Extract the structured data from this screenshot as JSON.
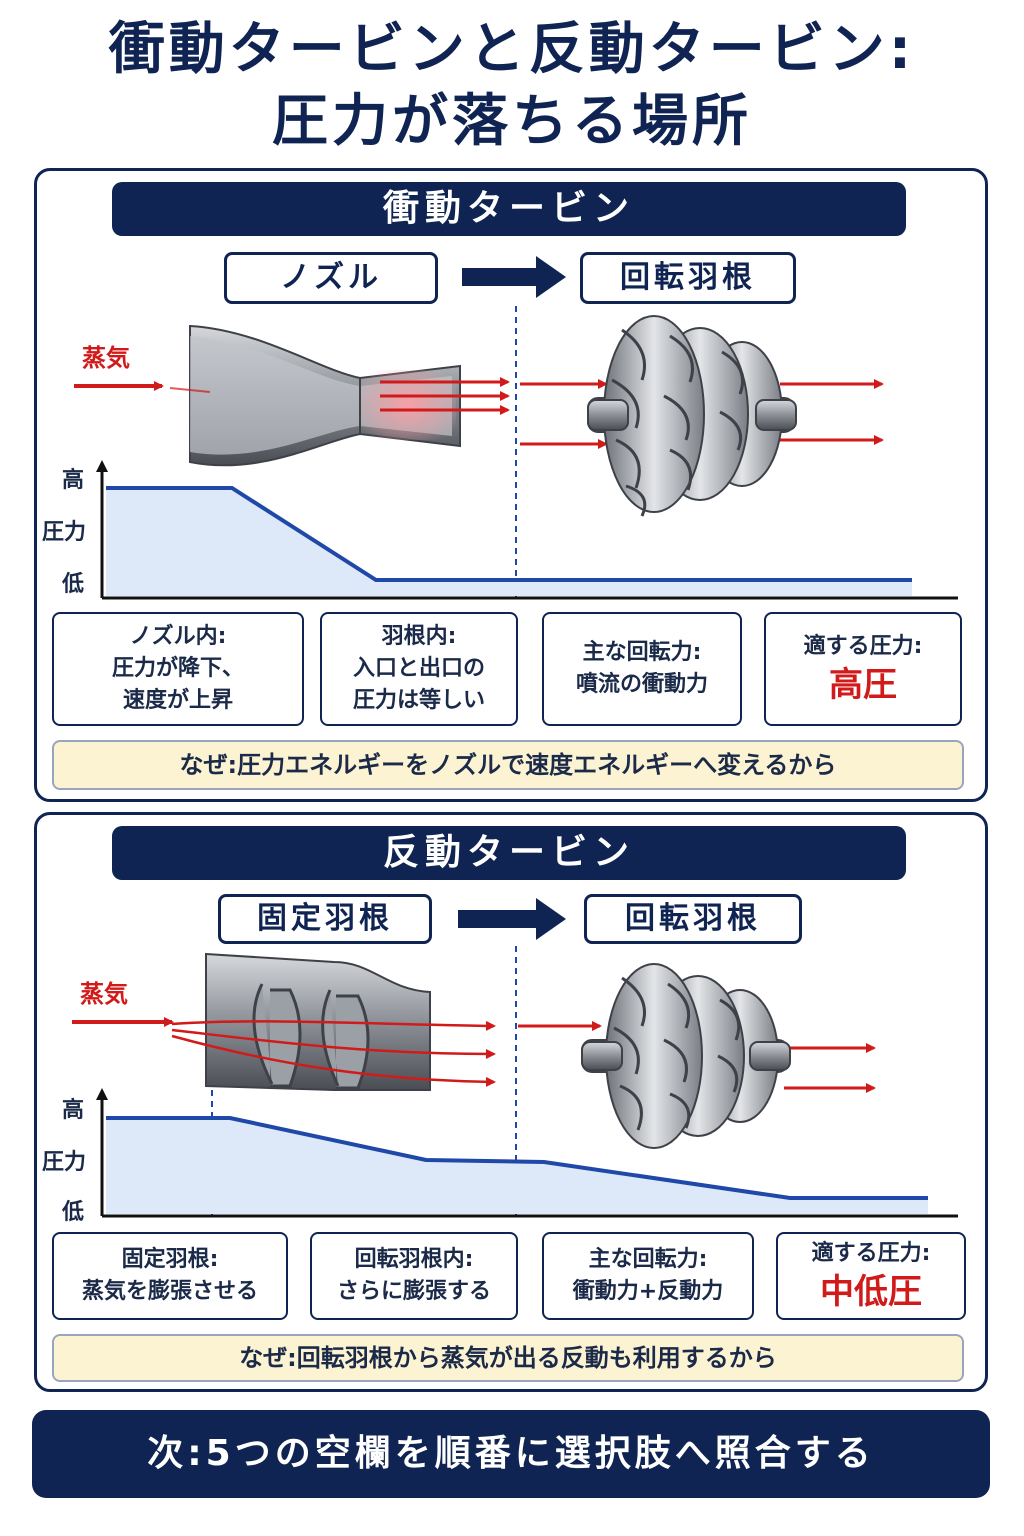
{
  "title_line1": "衝動タービンと反動タービン:",
  "title_line2": "圧力が落ちる場所",
  "impulse": {
    "banner": "衝動タービン",
    "tag_left": "ノズル",
    "tag_right": "回転羽根",
    "steam_label": "蒸気",
    "axis_high": "高",
    "axis_label": "圧力",
    "axis_low": "低",
    "box1": [
      "ノズル内:",
      "圧力が降下、",
      "速度が上昇"
    ],
    "box2": [
      "羽根内:",
      "入口と出口の",
      "圧力は等しい"
    ],
    "box3": [
      "主な回転力:",
      "噴流の衝動力"
    ],
    "box4_label": "適する圧力:",
    "box4_value": "高圧",
    "why": "なぜ:圧力エネルギーをノズルで速度エネルギーへ変えるから"
  },
  "reaction": {
    "banner": "反動タービン",
    "tag_left": "固定羽根",
    "tag_right": "回転羽根",
    "steam_label": "蒸気",
    "axis_high": "高",
    "axis_label": "圧力",
    "axis_low": "低",
    "box1": [
      "固定羽根:",
      "蒸気を膨張させる"
    ],
    "box2": [
      "回転羽根内:",
      "さらに膨張する"
    ],
    "box3": [
      "主な回転力:",
      "衝動力+反動力"
    ],
    "box4_label": "適する圧力:",
    "box4_value": "中低圧",
    "why": "なぜ:回転羽根から蒸気が出る反動も利用するから"
  },
  "footer": "次:5つの空欄を順番に選択肢へ照合する",
  "colors": {
    "navy": "#0f2452",
    "red": "#d11a1a",
    "line": "#1f48a8",
    "fill": "#dde8f8",
    "note_bg": "#fcf3d2"
  }
}
